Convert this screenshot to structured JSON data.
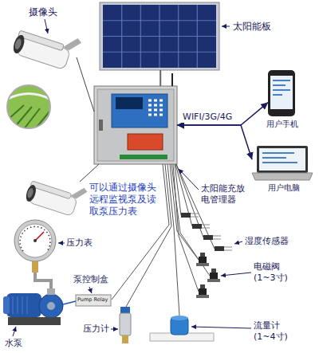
{
  "diagram": {
    "nodes": [
      {
        "text": [
          "太阳能板"
        ]
      },
      {
        "text": [
          "太阳能充放 电管理器"
        ]
      },
      {
        "text": [
          "用户手机"
        ]
      },
      {
        "text": [
          "用户电脑"
        ]
      }
    ],
    "edges": [
      {
        "from": 0,
        "to": 1,
        "arrow": "none"
      },
      {
        "from": 1,
        "to": 2,
        "label": "WIFI/3G/4G",
        "arrow": "both"
      },
      {
        "from": 1,
        "to": 3,
        "arrow": "both"
      }
    ],
    "labels": [
      "摄像头",
      "可以通过摄像头 远程监视泵及读 取泵压力表",
      "压力表",
      "湿度传感器",
      "电磁阀 (1~3寸)",
      "泵控制盒",
      "Pump Relay",
      "水泵",
      "压力计",
      "流量计 (1~4寸)"
    ]
  }
}
